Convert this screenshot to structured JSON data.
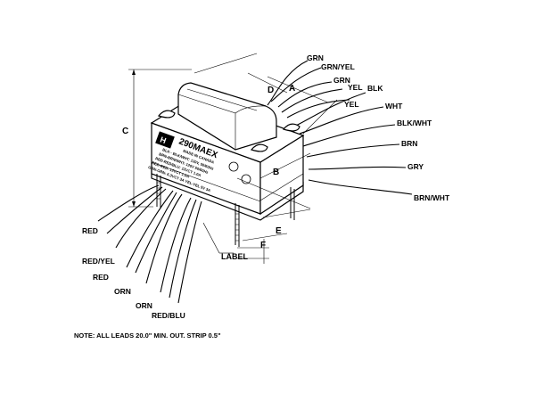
{
  "diagram": {
    "part_number": "290MAEX",
    "country": "MADE IN CANADA",
    "label_lines": [
      "BLK - BLK/WHT: 120V, 50/60Hz",
      "BRN-BRN/WHT: 120V 50/60Hz",
      "RED-RED/BLU: 12VCT 1.0A",
      "RED-RED: 12VCT 1.0A",
      "GRN-GRN: 6.3VCT 3A YEL-YEL 5V 3A"
    ],
    "leads_right": [
      "GRN",
      "GRN/YEL",
      "GRN",
      "YEL",
      "YEL",
      "BLK",
      "WHT",
      "BLK/WHT",
      "BRN",
      "GRY",
      "BRN/WHT"
    ],
    "leads_left": [
      "RED",
      "RED/YEL",
      "RED",
      "ORN",
      "ORN",
      "RED/BLU"
    ],
    "dimensions": [
      "A",
      "B",
      "C",
      "D",
      "E",
      "F"
    ],
    "callout_label": "LABEL",
    "note": "NOTE: ALL LEADS 20.0\" MIN. OUT.  STRIP 0.5\""
  }
}
